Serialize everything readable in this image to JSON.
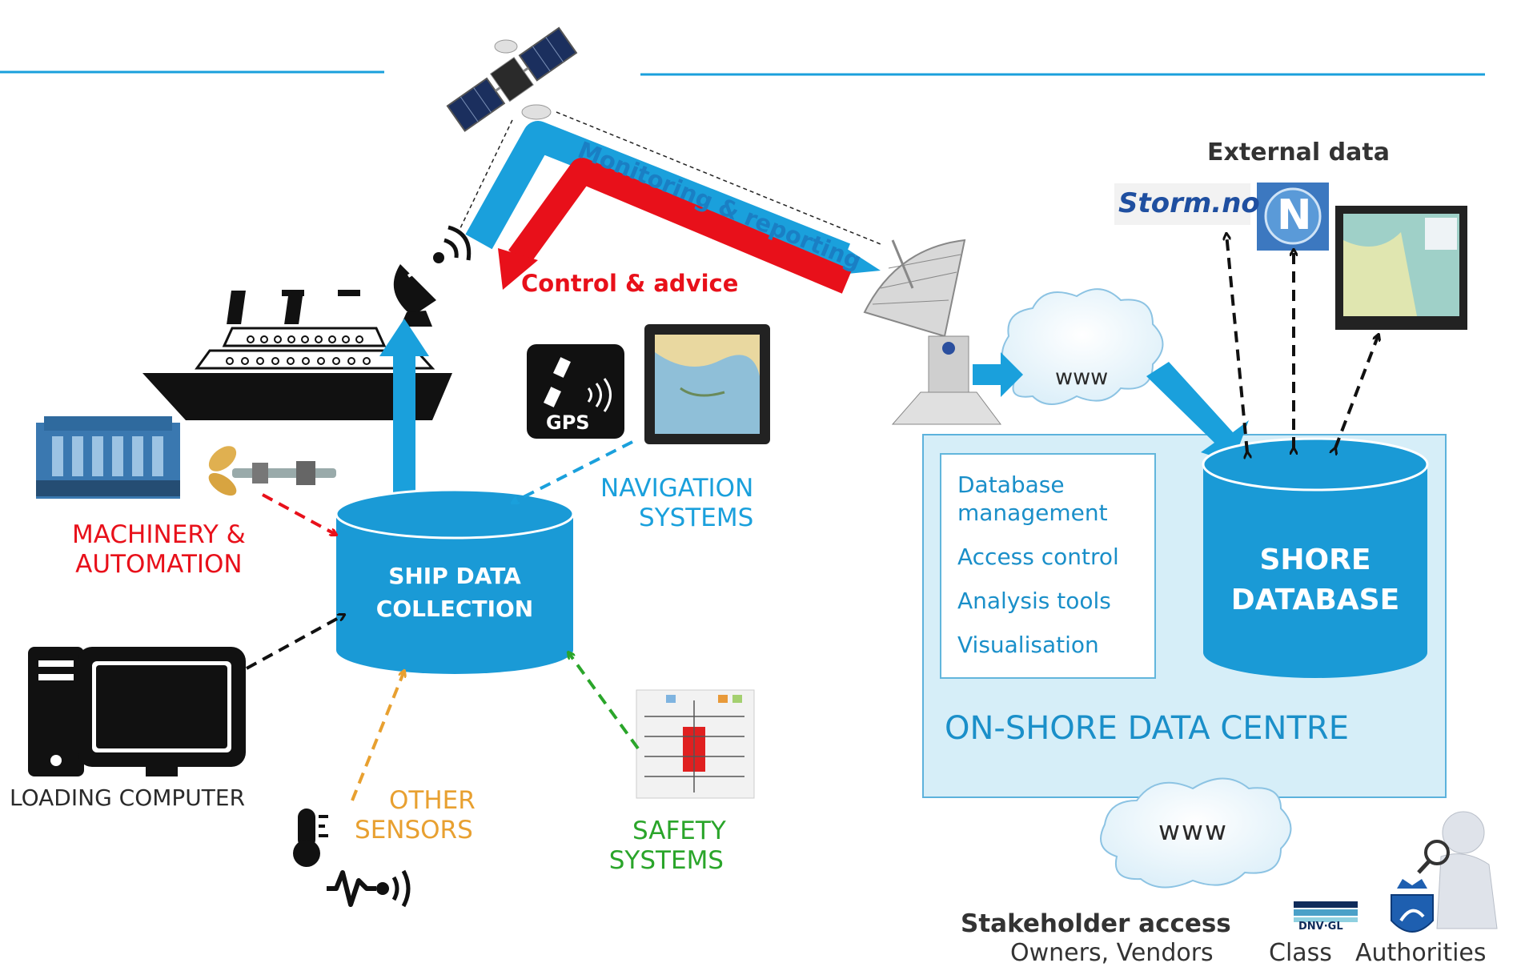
{
  "arrows": {
    "monitoring": "Monitoring & reporting",
    "control": "Control & advice"
  },
  "ship": {
    "collection": [
      "SHIP DATA",
      "COLLECTION"
    ]
  },
  "sources": {
    "machinery": [
      "MACHINERY &",
      "AUTOMATION"
    ],
    "navigation": [
      "NAVIGATION",
      "SYSTEMS"
    ],
    "loading": "LOADING COMPUTER",
    "sensors": [
      "OTHER",
      "SENSORS"
    ],
    "safety": [
      "SAFETY",
      "SYSTEMS"
    ],
    "gps_label": "GPS"
  },
  "shore": {
    "database": [
      "SHORE",
      "DATABASE"
    ],
    "functions": [
      "Database management",
      "Access control",
      "Analysis tools",
      "Visualisation"
    ],
    "centre": "ON-SHORE DATA CENTRE",
    "www_top": "www",
    "www_bottom": "www"
  },
  "external": {
    "title": "External data",
    "storm": "Storm.no",
    "navtor": "N"
  },
  "stakeholders": {
    "title": "Stakeholder access",
    "owners": "Owners, Vendors",
    "class": "Class",
    "authorities": "Authorities",
    "dnv": "DNV·GL"
  },
  "colors": {
    "blue": "#1aa0dc",
    "red": "#e8101a",
    "orange": "#e8a030",
    "green": "#2aa52a",
    "centre_bg": "#d6eef8"
  }
}
